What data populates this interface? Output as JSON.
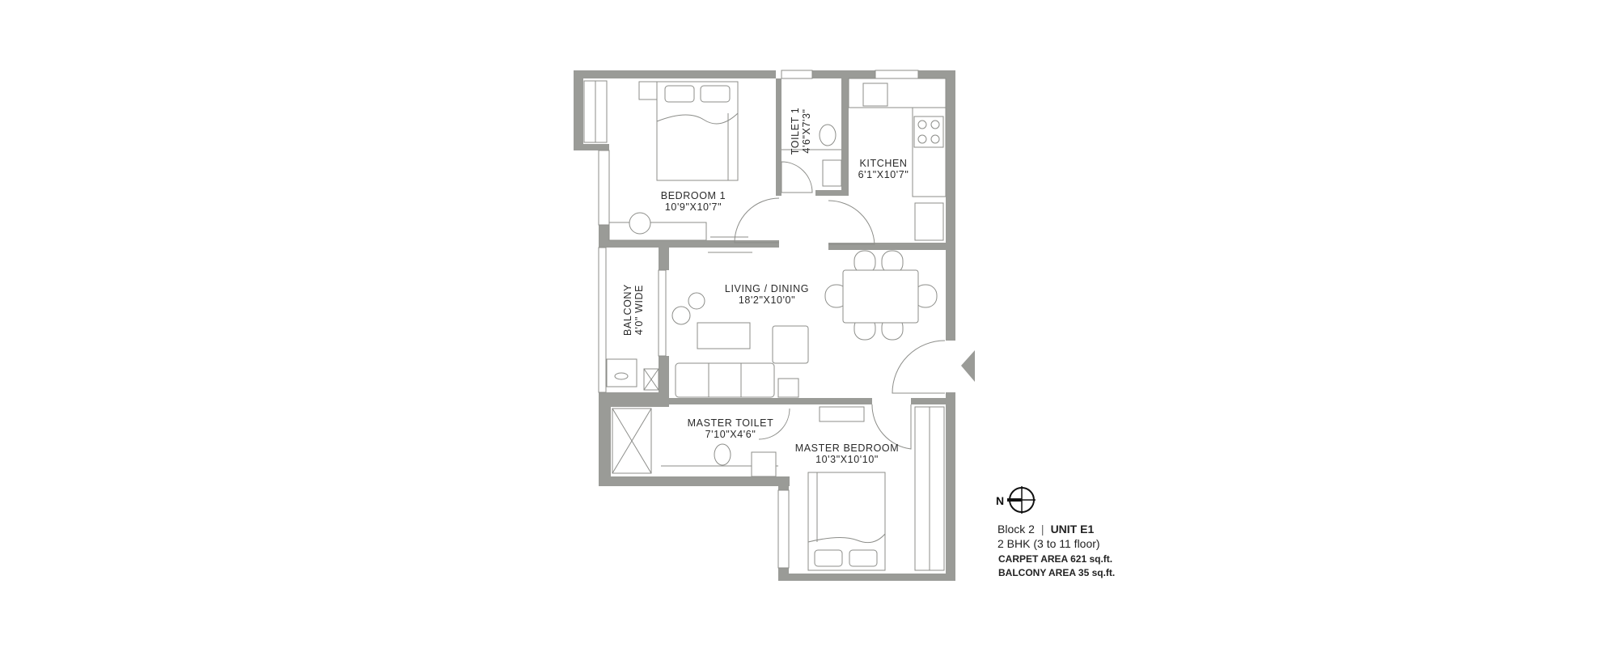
{
  "colors": {
    "wall": "#9a9b97",
    "text": "#2a2a2a",
    "background": "#ffffff"
  },
  "rooms": {
    "bedroom1": {
      "name": "BEDROOM 1",
      "size": "10'9\"X10'7\""
    },
    "toilet1": {
      "name": "TOILET 1",
      "size": "4'6\"X7'3\""
    },
    "kitchen": {
      "name": "KITCHEN",
      "size": "6'1\"X10'7\""
    },
    "living": {
      "name": "LIVING / DINING",
      "size": "18'2\"X10'0\""
    },
    "balcony": {
      "name": "BALCONY",
      "size": "4'0\" WIDE"
    },
    "master_toilet": {
      "name": "MASTER TOILET",
      "size": "7'10\"X4'6\""
    },
    "master_bedroom": {
      "name": "MASTER BEDROOM",
      "size": "10'3\"X10'10\""
    }
  },
  "compass": {
    "label": "N"
  },
  "info": {
    "block": "Block 2",
    "separator": "|",
    "unit": "UNIT E1",
    "type": "2 BHK (3 to 11 floor)",
    "carpet_area": "CARPET AREA 621 sq.ft.",
    "balcony_area": "BALCONY AREA 35 sq.ft."
  }
}
